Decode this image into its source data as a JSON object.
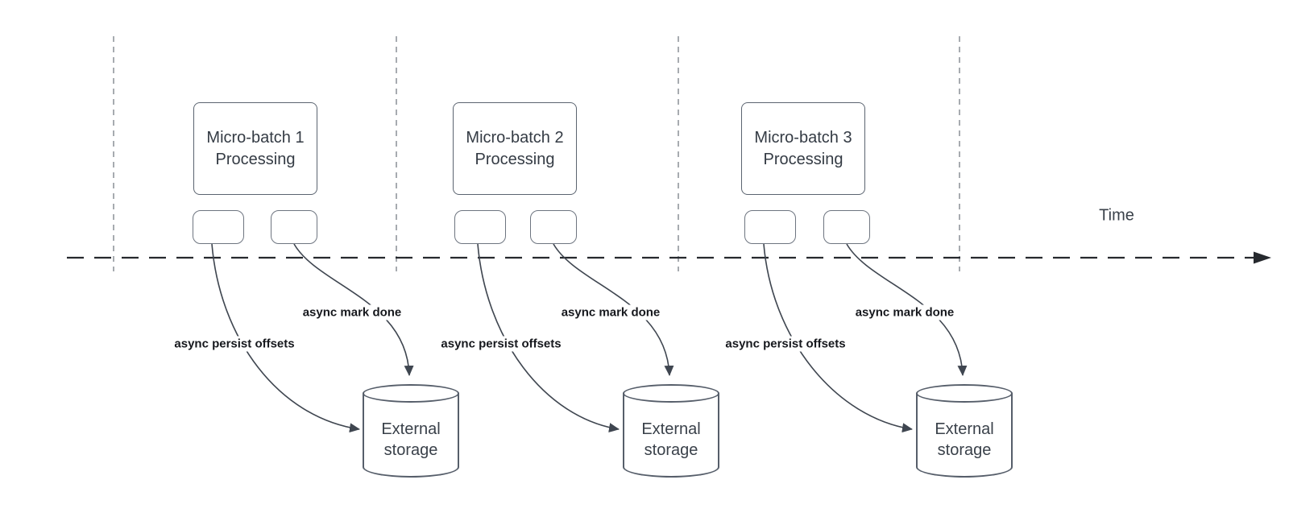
{
  "timeline": {
    "label": "Time"
  },
  "groups": [
    {
      "processing": "Micro-batch 1\nProcessing",
      "persist": "async persist offsets",
      "mark_done": "async mark done",
      "storage": "External\nstorage"
    },
    {
      "processing": "Micro-batch 2\nProcessing",
      "persist": "async persist offsets",
      "mark_done": "async mark done",
      "storage": "External\nstorage"
    },
    {
      "processing": "Micro-batch 3\nProcessing",
      "persist": "async persist offsets",
      "mark_done": "async mark done",
      "storage": "External\nstorage"
    }
  ],
  "colors": {
    "shape_stroke": "#565e6a",
    "arrow_stroke": "#3f4650",
    "timeline_stroke": "#26292e",
    "gridline_stroke": "#a7abb0",
    "label_text": "#16181d",
    "shape_text": "#3a414a"
  }
}
